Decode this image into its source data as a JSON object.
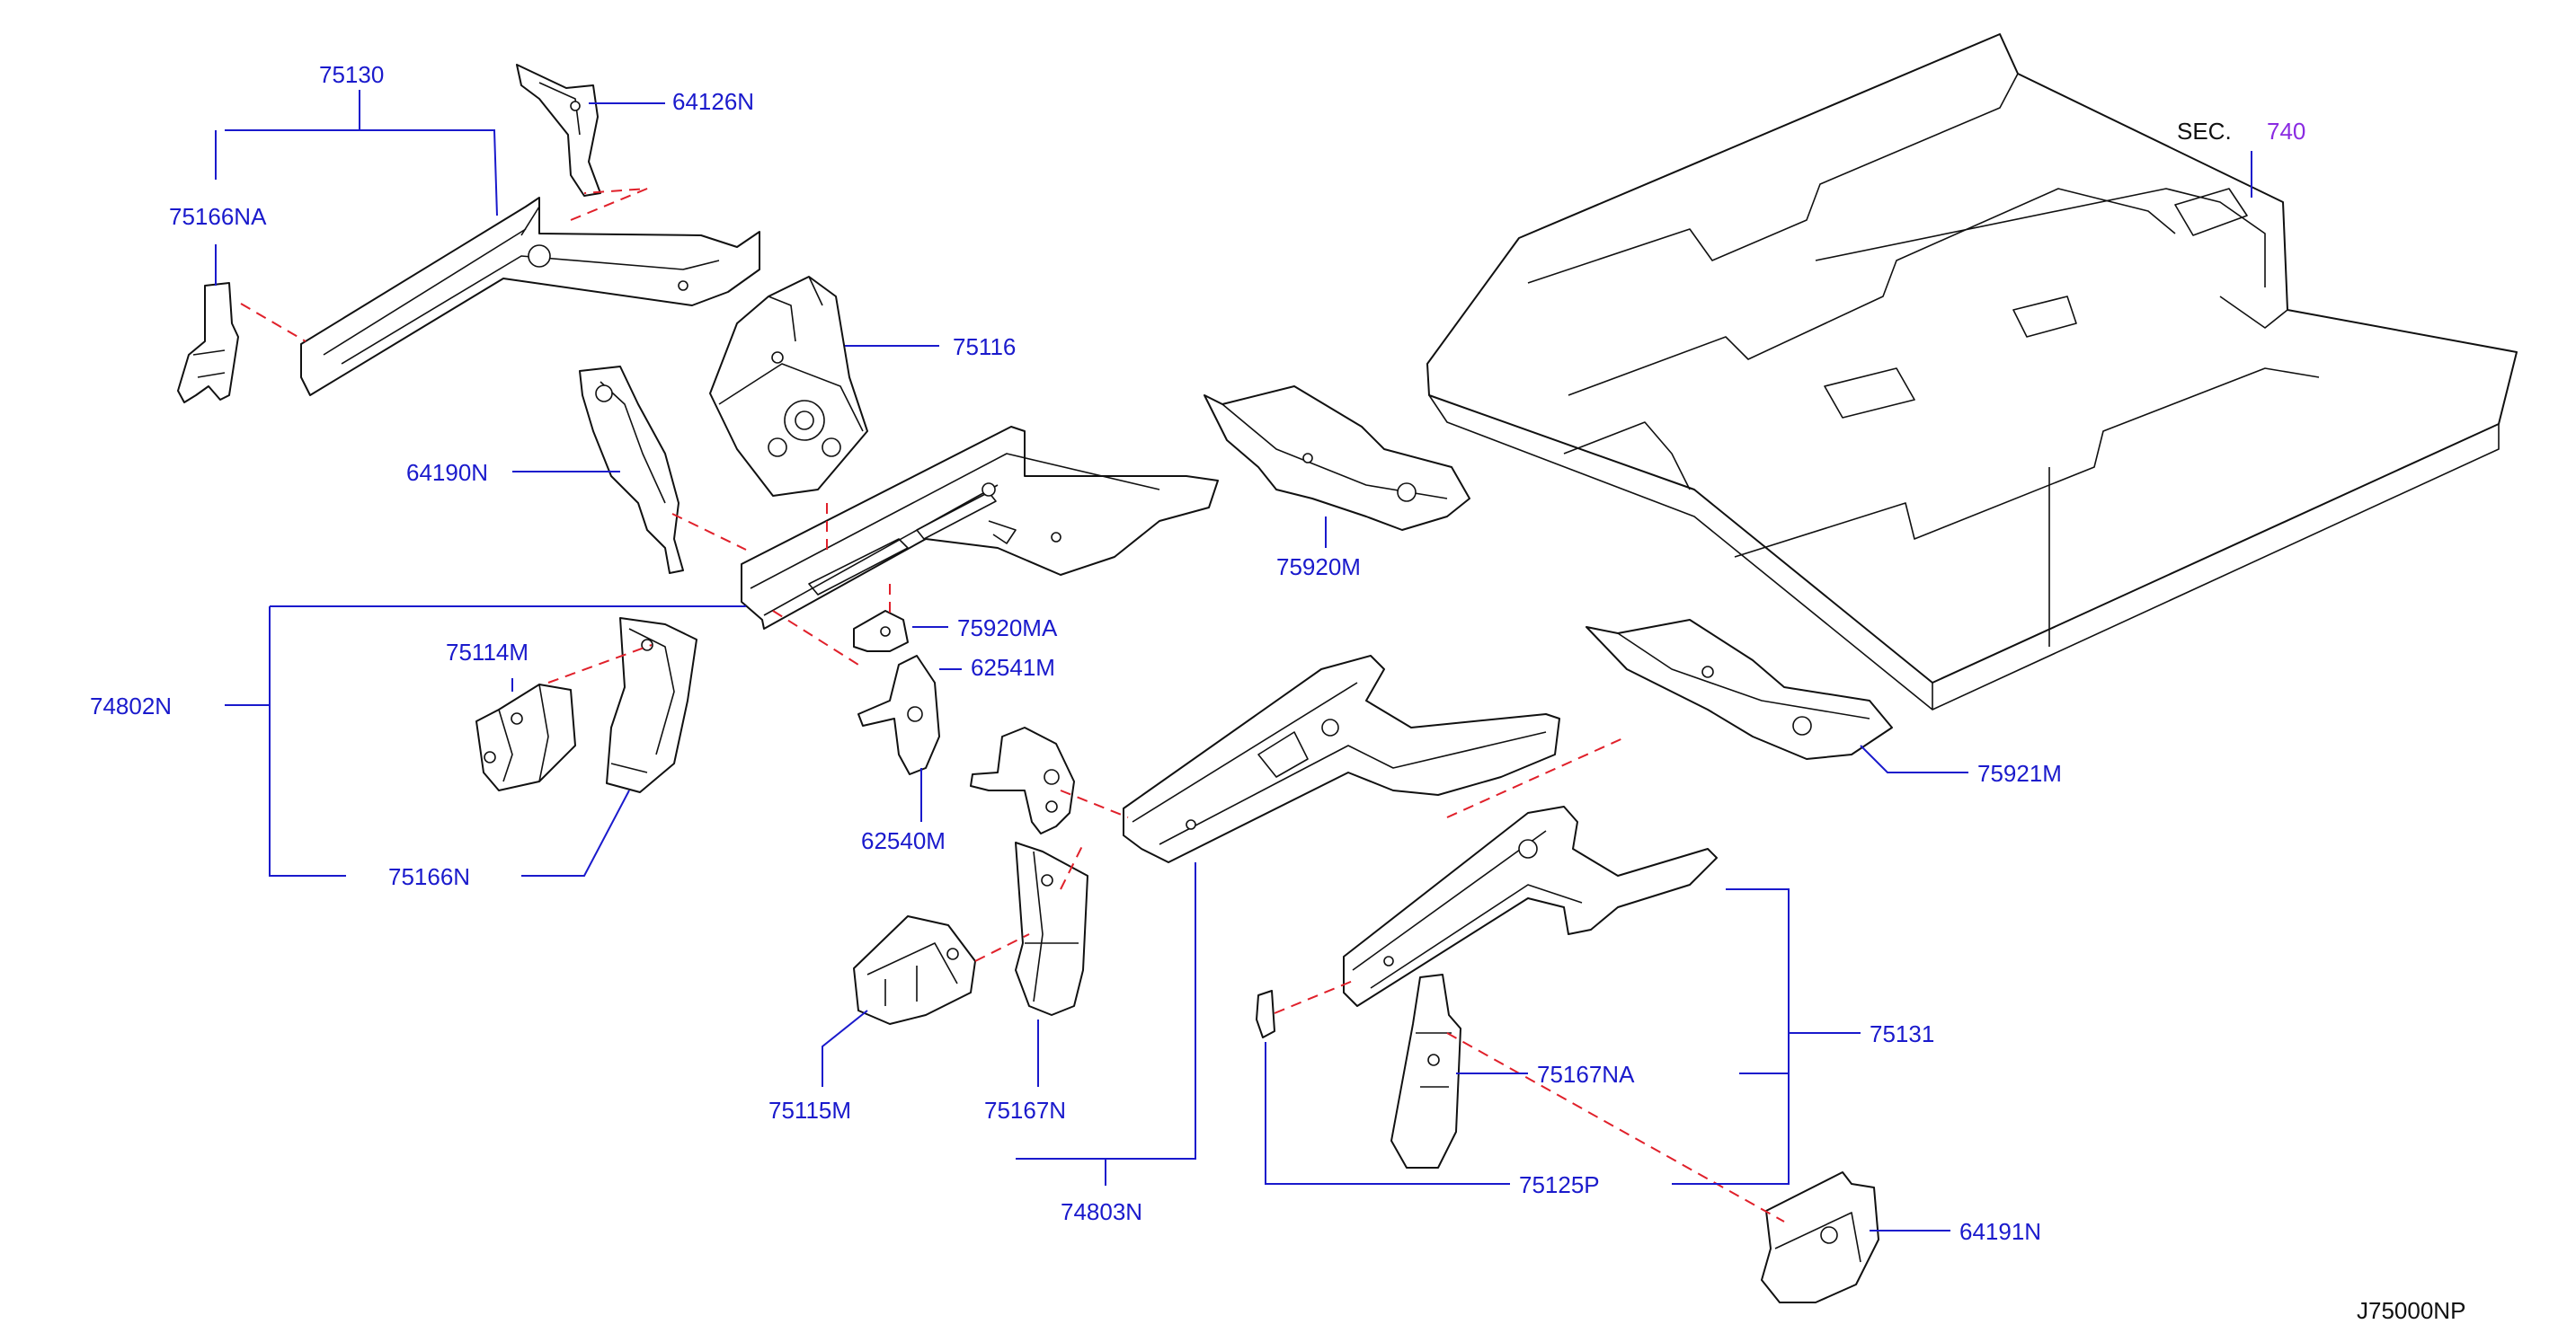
{
  "labels": {
    "p75130": "75130",
    "p64126N": "64126N",
    "p75166NA": "75166NA",
    "p75116": "75116",
    "p64190N": "64190N",
    "p75920M": "75920M",
    "p75920MA": "75920MA",
    "p74802N": "74802N",
    "p75114M": "75114M",
    "p62541M": "62541M",
    "p62540M": "62540M",
    "p75166N": "75166N",
    "p75921M": "75921M",
    "p75131": "75131",
    "p75167NA": "75167NA",
    "p75115M": "75115M",
    "p75167N": "75167N",
    "p75125P": "75125P",
    "p74803N": "74803N",
    "p64191N": "64191N"
  },
  "section_ref": {
    "prefix": "SEC.",
    "number": "740"
  },
  "diagram_code": "J75000NP",
  "colors": {
    "label": "#1a1acc",
    "section_number": "#8a2be2",
    "dashed_connector": "#e0202a",
    "outline": "#111111"
  }
}
